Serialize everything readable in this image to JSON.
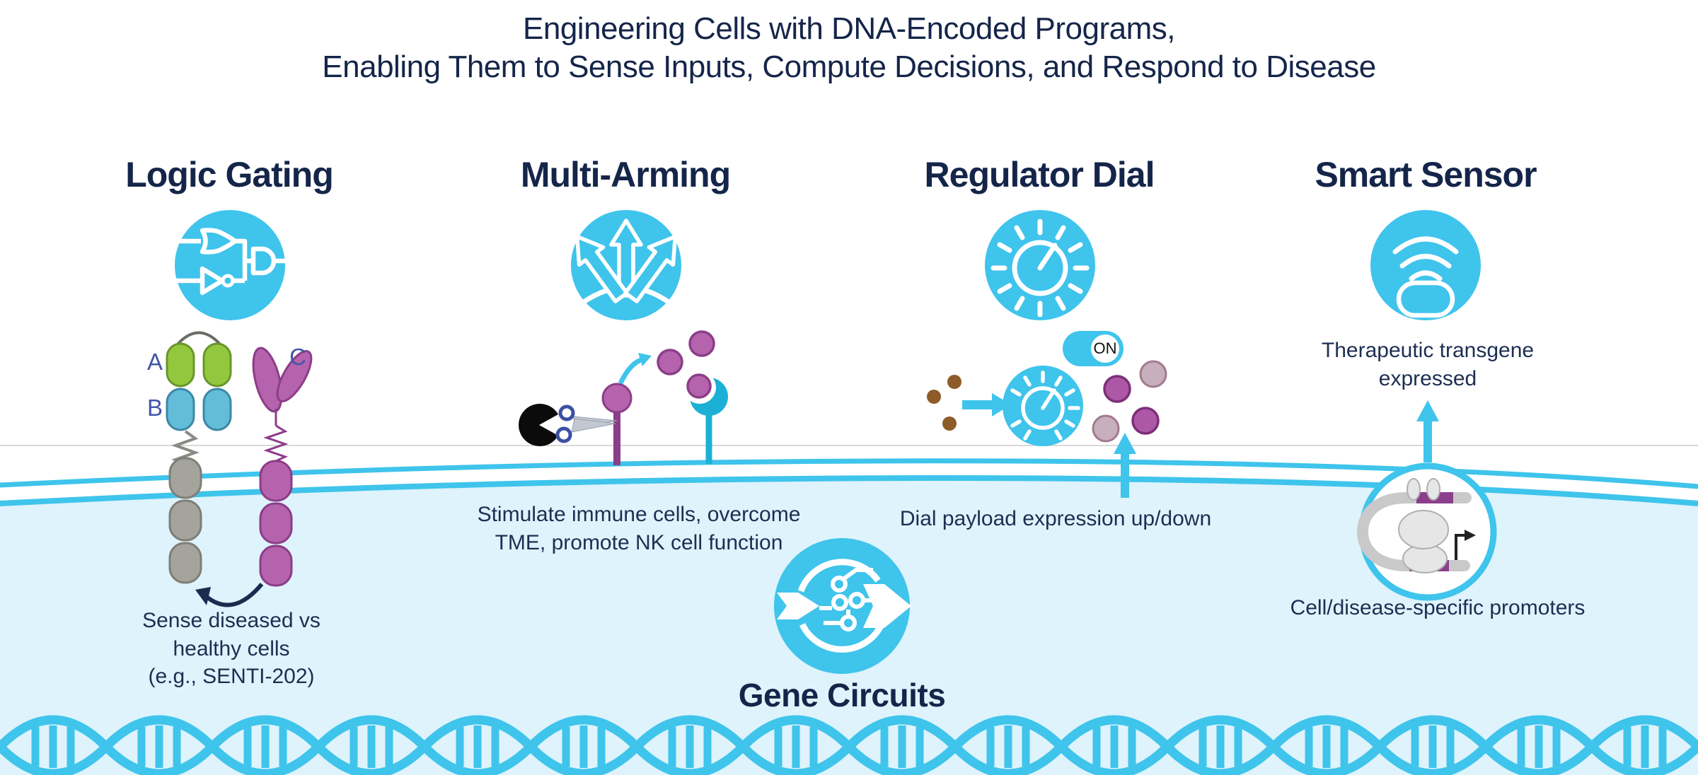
{
  "title": {
    "line1": "Engineering Cells with DNA-Encoded Programs,",
    "line2": "Enabling Them to Sense Inputs, Compute Decisions, and Respond to Disease"
  },
  "columns": [
    {
      "heading": "Logic Gating",
      "icon": "logic-gates-icon",
      "receptor_labels": {
        "a": "A",
        "b": "B",
        "c": "C"
      },
      "caption_lines": [
        "Sense diseased vs",
        "healthy cells",
        "(e.g., SENTI-202)"
      ]
    },
    {
      "heading": "Multi-Arming",
      "icon": "radiating-arrows-icon",
      "caption_lines": [
        "Stimulate immune cells, overcome",
        "TME, promote NK cell function"
      ]
    },
    {
      "heading": "Regulator Dial",
      "icon": "dial-icon",
      "toggle_label": "ON",
      "caption_lines": [
        "Dial payload expression up/down"
      ]
    },
    {
      "heading": "Smart Sensor",
      "icon": "wireless-sensor-icon",
      "caption_top_lines": [
        "Therapeutic transgene",
        "expressed"
      ],
      "caption_bottom_lines": [
        "Cell/disease-specific promoters"
      ]
    }
  ],
  "center": {
    "heading": "Gene Circuits",
    "icon": "gene-circuit-icon"
  },
  "colors": {
    "cyan": "#3fc4ec",
    "teal": "#1cb0d6",
    "navy": "#15254a",
    "cell_interior": "#def3fb",
    "purple": "#b663ae",
    "purple_dark": "#8c3d88",
    "mauve": "#c7afbe",
    "green": "#93c83e",
    "blue_domain": "#63bcd8",
    "gray_domain": "#a5a49c",
    "brown": "#8e5c28",
    "plasmid_gray": "#c9c9c9",
    "black": "#0b0b0b"
  }
}
